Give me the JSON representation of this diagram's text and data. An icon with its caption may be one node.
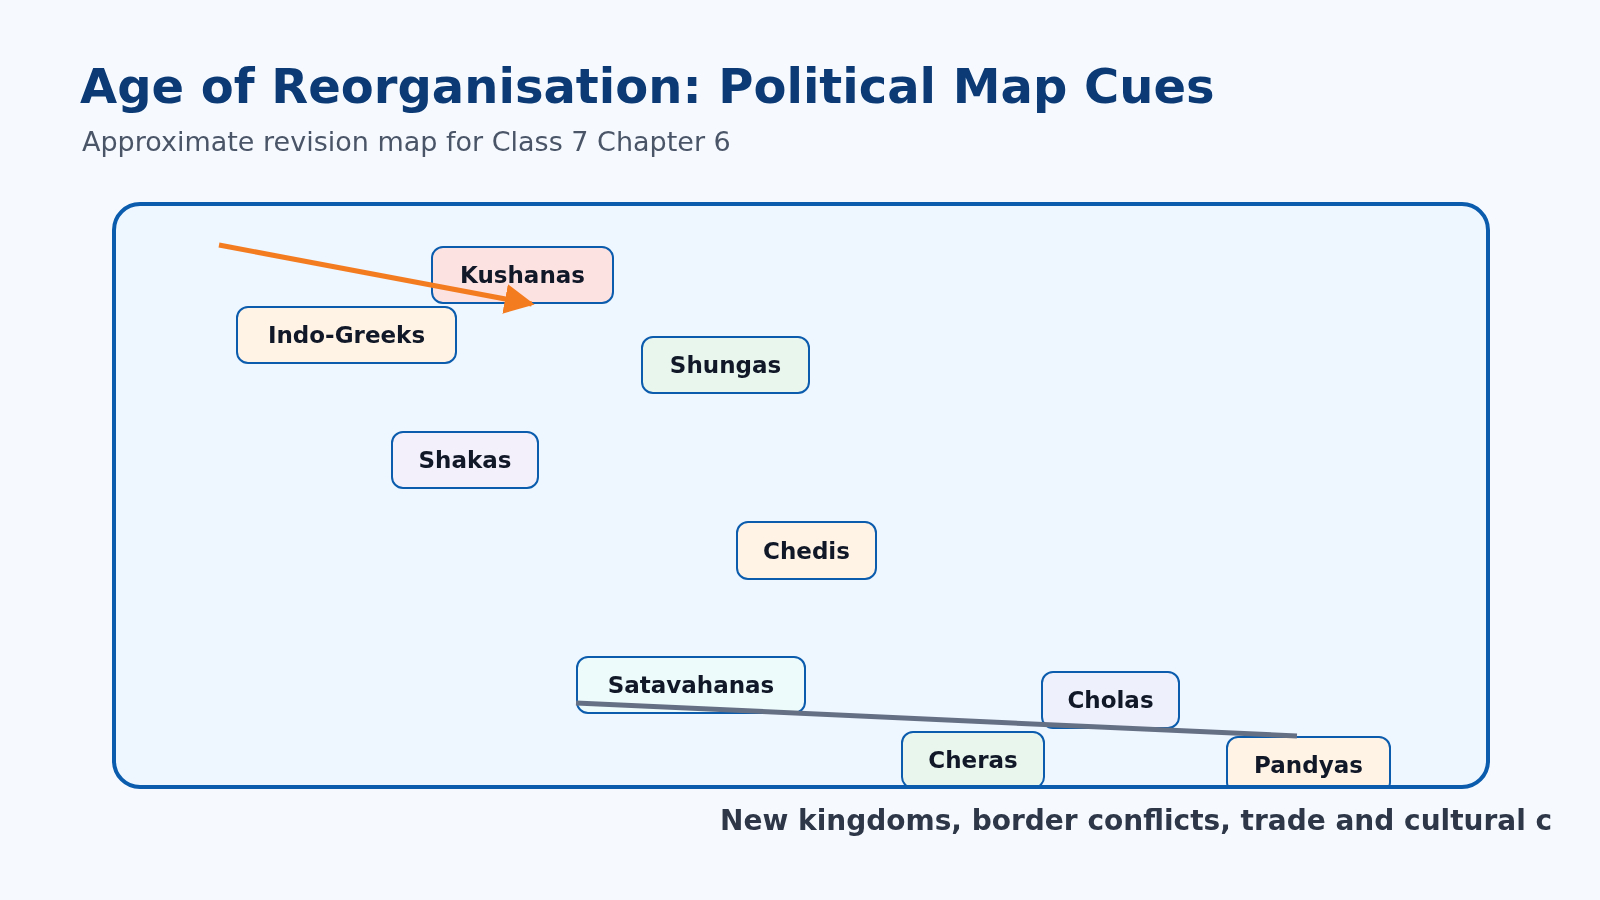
{
  "diagram": {
    "title": "Age of Reorganisation: Political Map Cues",
    "caption": "New kingdoms, border conflicts, trade and cultural c",
    "labels": [
      "Approximate revision map for Class 7 Chapter 6"
    ],
    "nodes": [
      {
        "text": [],
        "shape": "box"
      },
      {
        "text": [
          "Kushanas"
        ],
        "in": 0
      },
      {
        "text": [
          "Indo-Greeks"
        ],
        "in": 0
      },
      {
        "text": [
          "Shungas"
        ],
        "in": 0
      },
      {
        "text": [
          "Shakas"
        ],
        "in": 0
      },
      {
        "text": [
          "Chedis"
        ],
        "in": 0
      },
      {
        "text": [
          "Satavahanas"
        ],
        "in": 0
      },
      {
        "text": [
          "Cholas"
        ],
        "in": 0
      },
      {
        "text": [
          "Cheras"
        ],
        "in": 0
      },
      {
        "text": [
          "Pandyas"
        ],
        "in": 0
      }
    ],
    "edges": [
      {
        "from": null,
        "to": 1,
        "arrow": "to",
        "color": "#f47c20"
      },
      {
        "from": 6,
        "to": 9,
        "arrow": "none",
        "color": "#667085"
      }
    ]
  }
}
